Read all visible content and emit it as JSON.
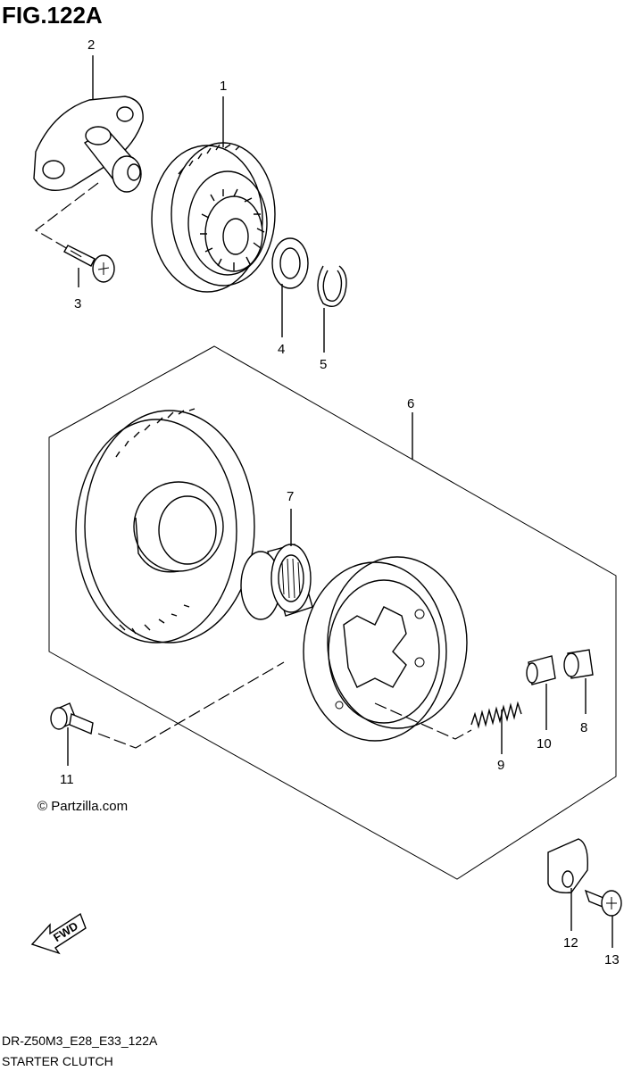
{
  "figure": {
    "title": "FIG.122A",
    "code": "DR-Z50M3_E28_E33_122A",
    "name": "STARTER CLUTCH",
    "copyright": "© Partzilla.com",
    "fwd_label": "FWD"
  },
  "callouts": [
    {
      "id": "c1",
      "label": "1"
    },
    {
      "id": "c2",
      "label": "2"
    },
    {
      "id": "c3",
      "label": "3"
    },
    {
      "id": "c4",
      "label": "4"
    },
    {
      "id": "c5",
      "label": "5"
    },
    {
      "id": "c6",
      "label": "6"
    },
    {
      "id": "c7",
      "label": "7"
    },
    {
      "id": "c8",
      "label": "8"
    },
    {
      "id": "c9",
      "label": "9"
    },
    {
      "id": "c10",
      "label": "10"
    },
    {
      "id": "c11",
      "label": "11"
    },
    {
      "id": "c12",
      "label": "12"
    },
    {
      "id": "c13",
      "label": "13"
    }
  ]
}
